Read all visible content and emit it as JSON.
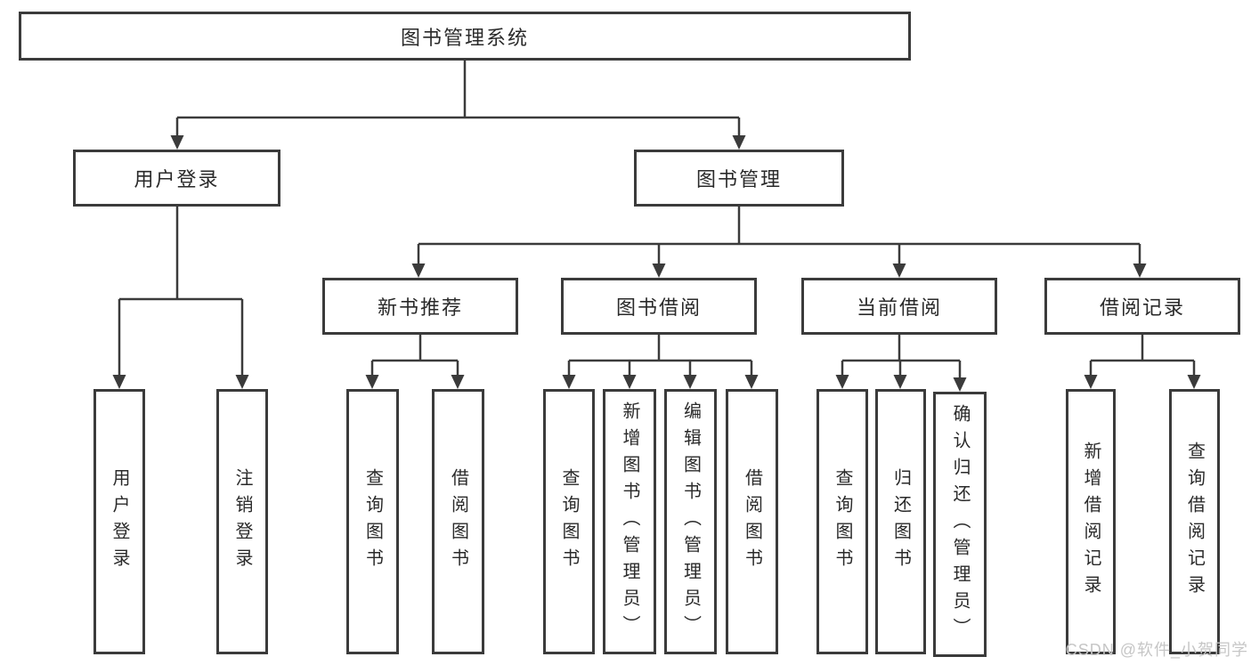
{
  "diagram": {
    "root": {
      "label": "图书管理系统"
    },
    "user_login": {
      "label": "用户登录",
      "children": [
        "用户登录",
        "注销登录"
      ]
    },
    "book_management": {
      "label": "图书管理"
    },
    "new_book_recommend": {
      "label": "新书推荐",
      "children": [
        "查询图书",
        "借阅图书"
      ]
    },
    "book_borrowing": {
      "label": "图书借阅",
      "children": [
        "查询图书",
        "新增图书（管理员）",
        "编辑图书（管理员）",
        "借阅图书"
      ]
    },
    "current_borrowing": {
      "label": "当前借阅",
      "children": [
        "查询图书",
        "归还图书",
        "确认归还（管理员）"
      ]
    },
    "borrowing_records": {
      "label": "借阅记录",
      "children": [
        "新增借阅记录",
        "查询借阅记录"
      ]
    },
    "watermark": "CSDN @软件_小贺同学",
    "colors": {
      "line": "#3b3b3b",
      "text": "#2a2a2a",
      "background": "#ffffff",
      "watermark": "#c6c6c6"
    }
  }
}
